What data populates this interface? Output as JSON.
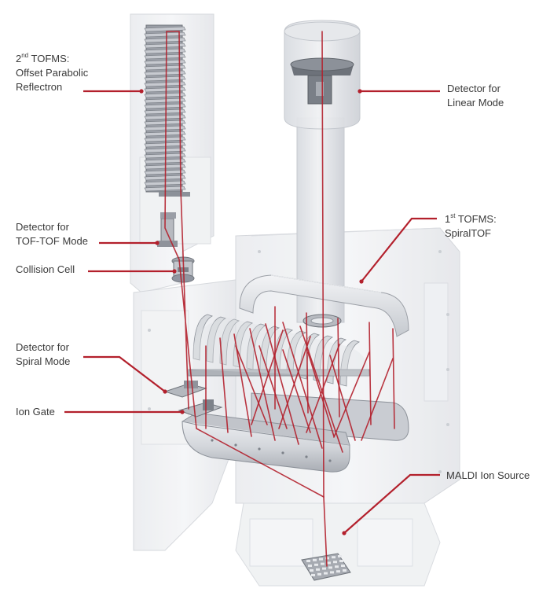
{
  "colors": {
    "accent": "#b3202c",
    "housing": "#d8dbe0",
    "housing_stroke": "#b8bcc4",
    "metal": "#c9ccd1",
    "metal_dark": "#7d828a",
    "text": "#3a3a3a"
  },
  "labels": {
    "reflectron": {
      "pre": "2",
      "sup": "nd",
      "post": " TOFMS:",
      "line2": "Offset Parabolic",
      "line3": "Reflectron"
    },
    "detector_tof_tof": {
      "line1": "Detector for",
      "line2": "TOF-TOF Mode"
    },
    "collision_cell": {
      "line1": "Collision Cell"
    },
    "detector_spiral": {
      "line1": "Detector for",
      "line2": "Spiral Mode"
    },
    "ion_gate": {
      "line1": "Ion Gate"
    },
    "detector_linear": {
      "line1": "Detector for",
      "line2": "Linear Mode"
    },
    "spiraltof": {
      "pre": "1",
      "sup": "st",
      "post": " TOFMS:",
      "line2": "SpiralTOF"
    },
    "maldi_source": {
      "line1": "MALDI Ion Source"
    }
  }
}
